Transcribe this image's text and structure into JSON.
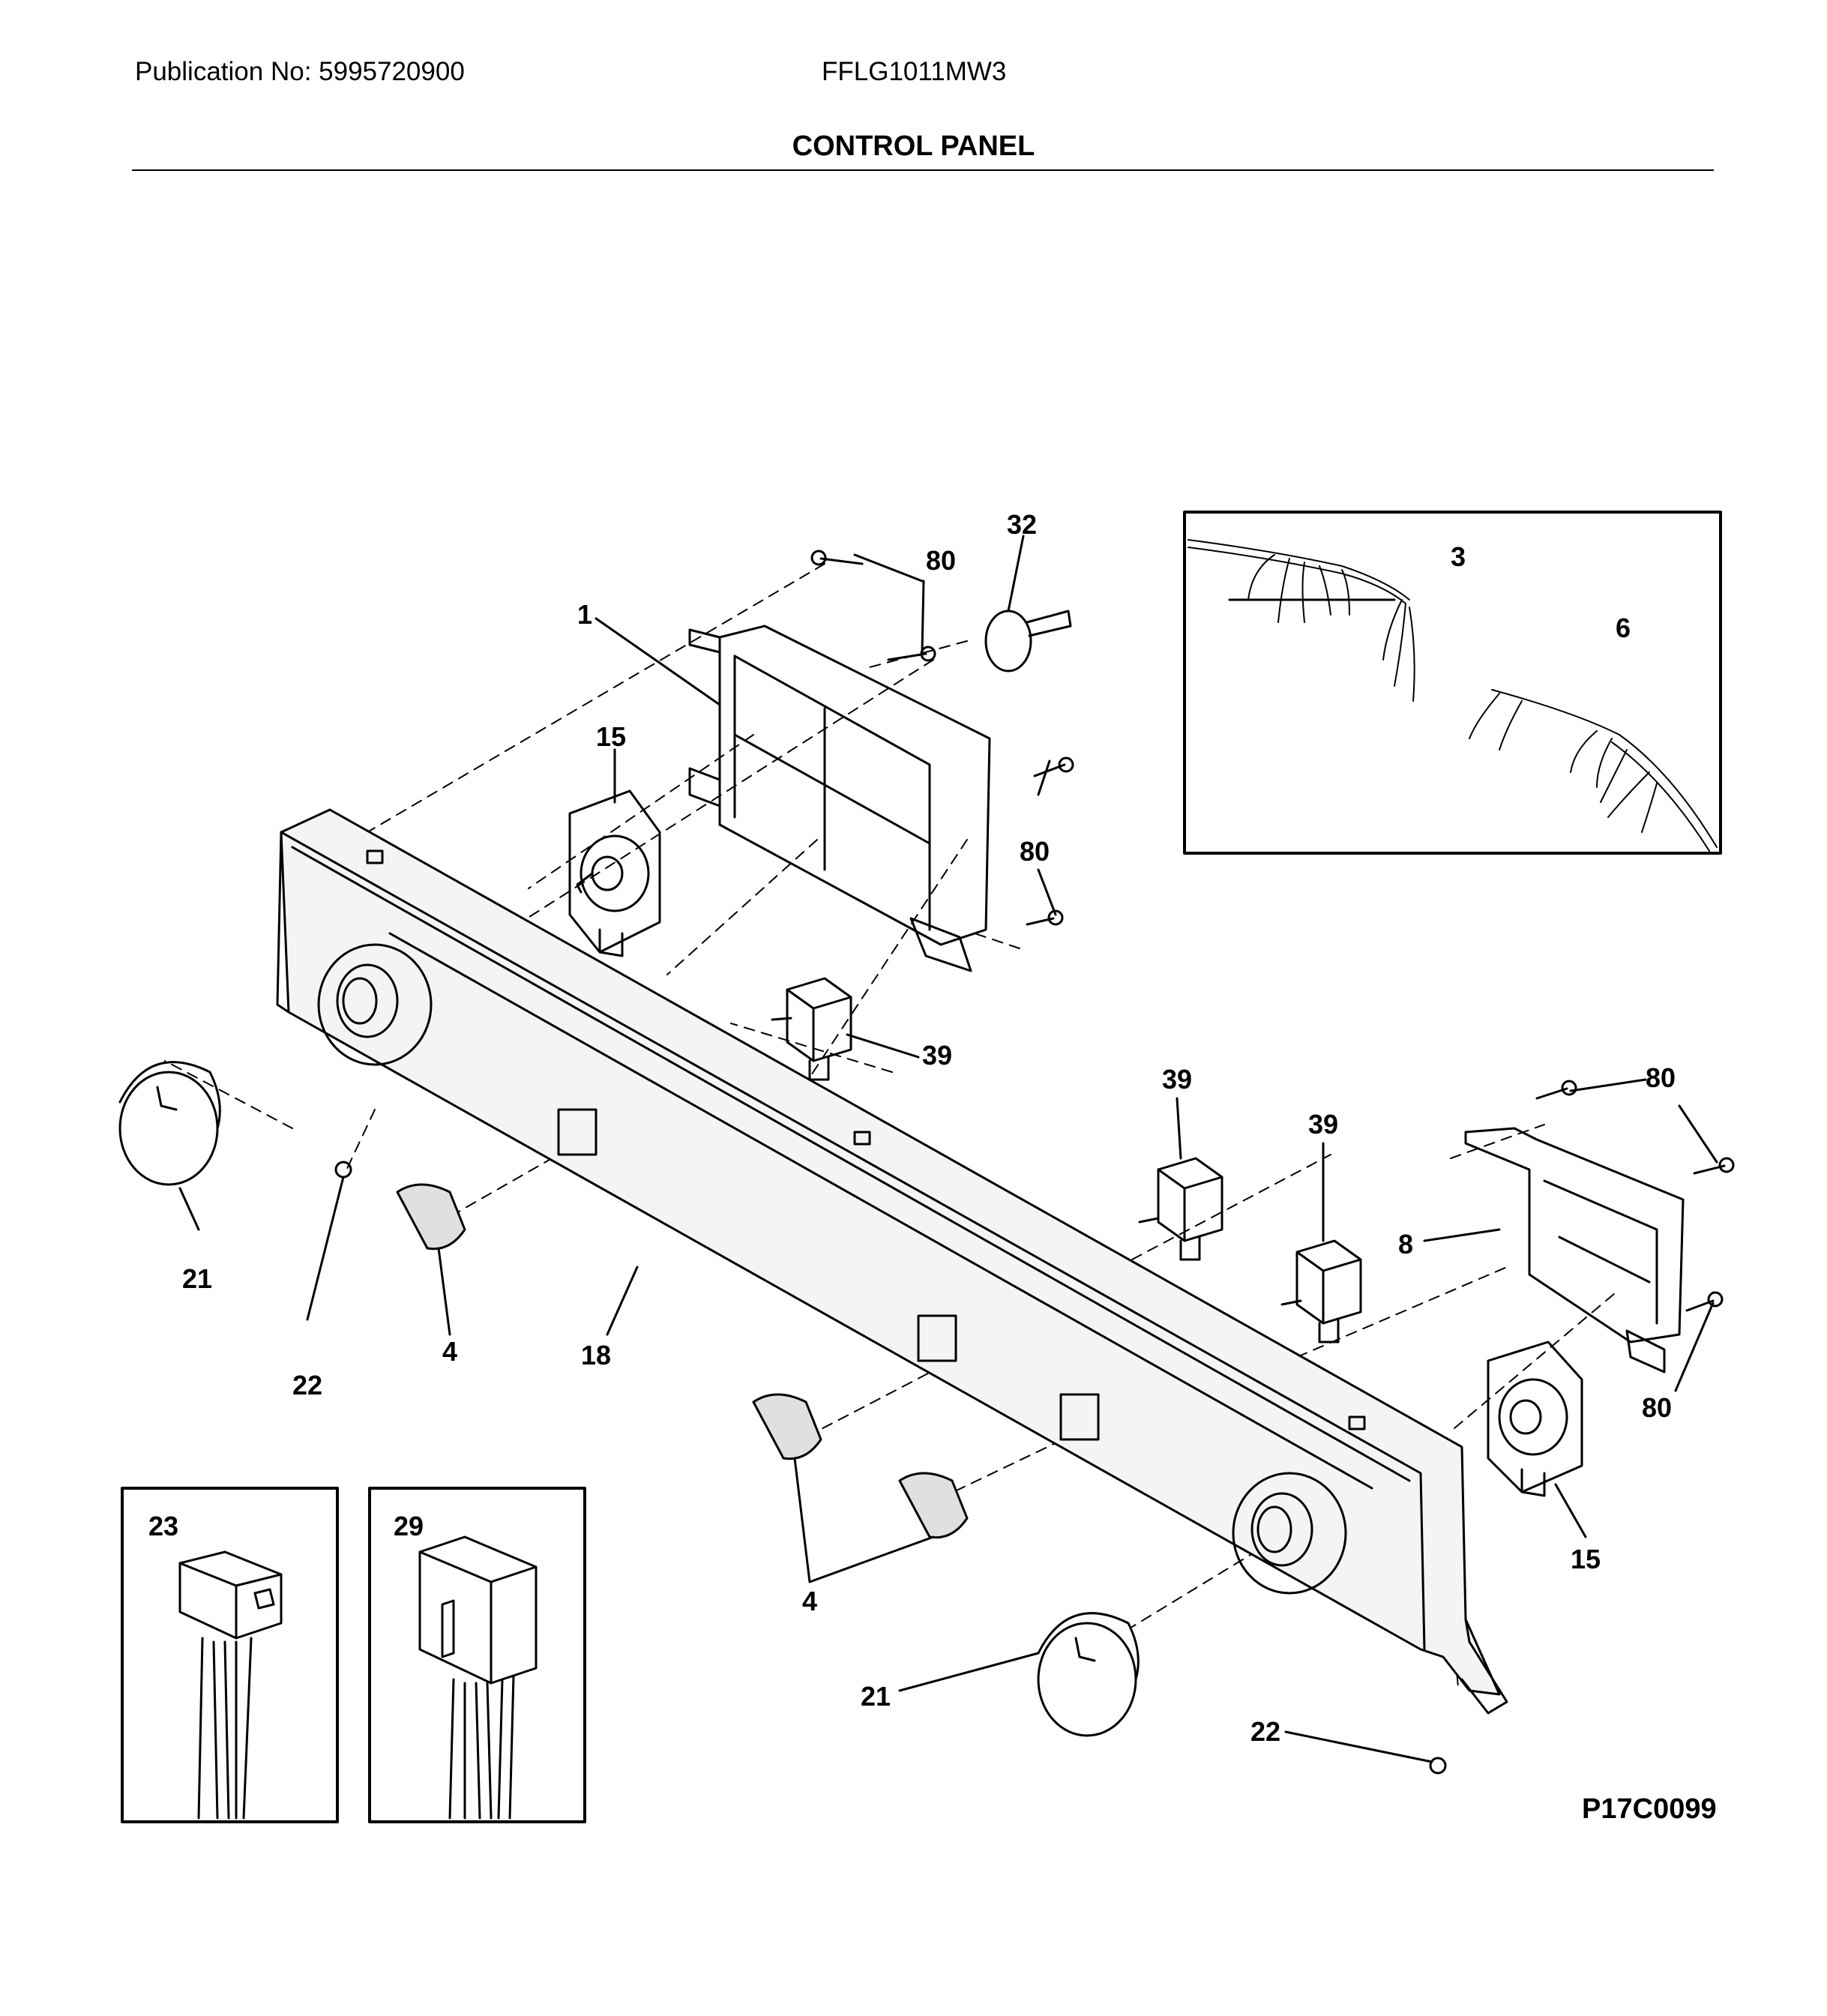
{
  "header": {
    "publication": "Publication No: 5995720900",
    "model": "FFLG1011MW3",
    "title": "CONTROL PANEL"
  },
  "figure_code": "P17C0099",
  "callouts": {
    "c1": "1",
    "c3": "3",
    "c4a": "4",
    "c4b": "4",
    "c6": "6",
    "c8": "8",
    "c15a": "15",
    "c15b": "15",
    "c18": "18",
    "c21a": "21",
    "c21b": "21",
    "c22a": "22",
    "c22b": "22",
    "c23": "23",
    "c29": "29",
    "c32": "32",
    "c39a": "39",
    "c39b": "39",
    "c39c": "39",
    "c80a": "80",
    "c80b": "80",
    "c80c": "80",
    "c80d": "80"
  },
  "colors": {
    "line": "#000000",
    "panel_fill": "#f4f4f4",
    "background": "#ffffff"
  }
}
